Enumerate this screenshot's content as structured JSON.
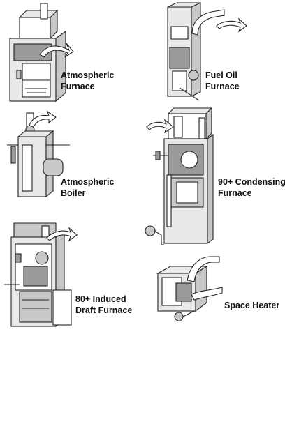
{
  "appliances": [
    {
      "id": "atmospheric-furnace",
      "line1": "Atmospheric",
      "line2": "Furnace"
    },
    {
      "id": "fuel-oil-furnace",
      "line1": "Fuel Oil",
      "line2": "Furnace"
    },
    {
      "id": "atmospheric-boiler",
      "line1": "Atmospheric",
      "line2": "Boiler"
    },
    {
      "id": "condensing-furnace",
      "line1": "90+ Condensing",
      "line2": "Furnace"
    },
    {
      "id": "induced-draft-furnace",
      "line1": "80+ Induced",
      "line2": "Draft Furnace"
    },
    {
      "id": "space-heater",
      "line1": "Space Heater",
      "line2": ""
    }
  ]
}
